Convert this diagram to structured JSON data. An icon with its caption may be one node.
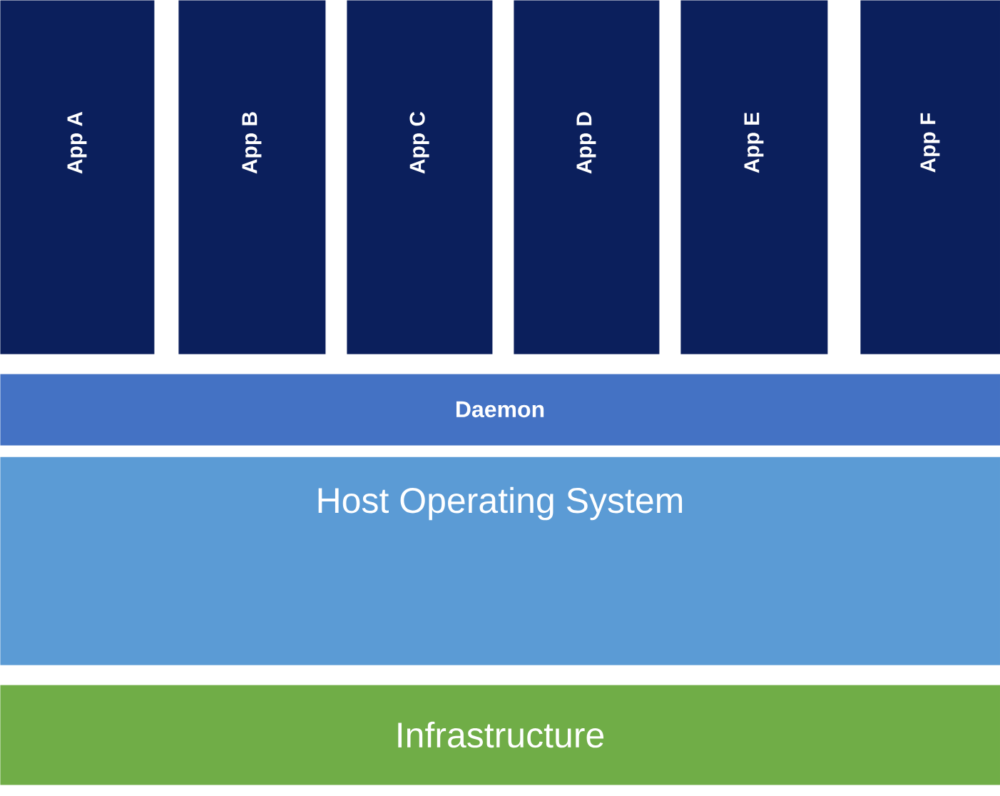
{
  "diagram": {
    "nodes": [
      {
        "text": [
          "App A"
        ]
      },
      {
        "text": [
          "App B"
        ]
      },
      {
        "text": [
          "App C"
        ]
      },
      {
        "text": [
          "App D"
        ]
      },
      {
        "text": [
          "App E"
        ]
      },
      {
        "text": [
          "App F"
        ]
      },
      {
        "text": [
          "Daemon"
        ]
      },
      {
        "text": [
          "Host Operating System"
        ]
      },
      {
        "text": [
          "Infrastructure"
        ]
      }
    ]
  }
}
